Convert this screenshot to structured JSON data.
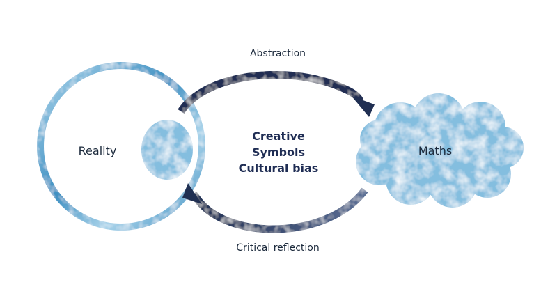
{
  "labels": {
    "top_arrow": "Abstraction",
    "bottom_arrow": "Critical reflection",
    "left_node": "Reality",
    "right_node": "Maths"
  },
  "center_lines": [
    "Creative",
    "Symbols",
    "Cultural bias"
  ],
  "colors": {
    "ring_main": "#3f90c2",
    "ring_light": "#a9d3ea",
    "blob_main": "#84bedf",
    "blob_light": "#c4e1f1",
    "arrow_main": "#202f52",
    "arrow_light": "#5b6f95",
    "text_dark": "#1c2a3c",
    "text_bold": "#1f2d54"
  }
}
